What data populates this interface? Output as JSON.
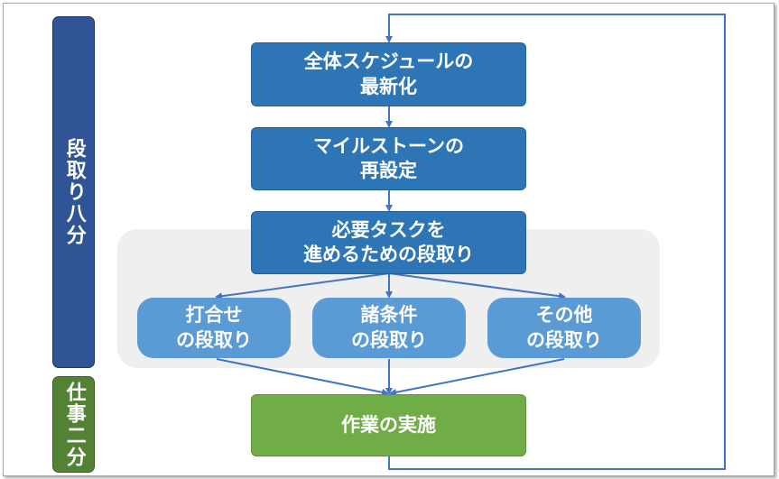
{
  "sidebar": {
    "preparation_label": "段取り八分",
    "work_label": "仕事二分"
  },
  "flow": {
    "step1": [
      "全体スケジュールの",
      "最新化"
    ],
    "step2": [
      "マイルストーンの",
      "再設定"
    ],
    "step3": [
      "必要タスクを",
      "進めるための段取り"
    ],
    "sub1": [
      "打合せ",
      "の段取り"
    ],
    "sub2": [
      "諸条件",
      "の段取り"
    ],
    "sub3": [
      "その他",
      "の段取り"
    ],
    "final": "作業の実施"
  },
  "colors": {
    "preparation_bar": "#2f5597",
    "work_bar": "#548235",
    "main_step": "#2e75b6",
    "sub_step": "#5b9bd5",
    "final_step": "#70ad47",
    "connector": "#4472c4"
  }
}
